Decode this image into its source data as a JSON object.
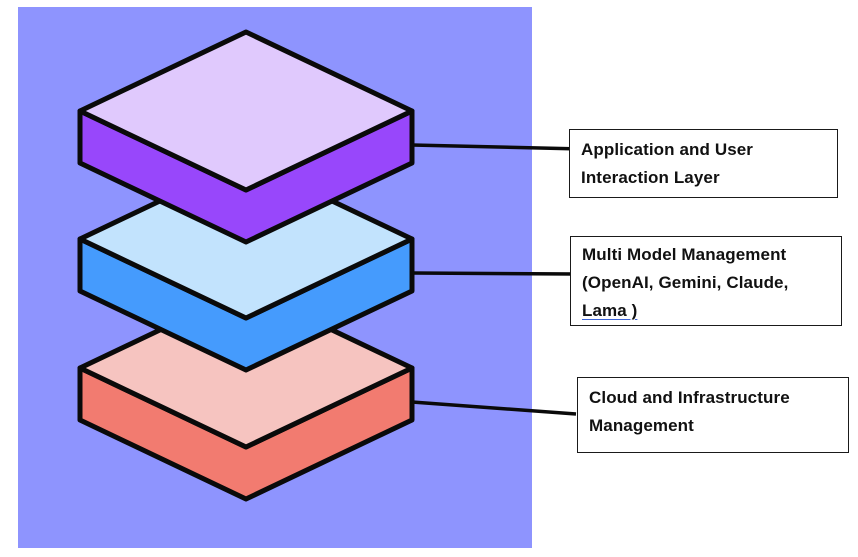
{
  "diagram": {
    "title": "Layered architecture stack",
    "background_color": "#8e94fe",
    "layers": [
      {
        "id": "application",
        "label_lines": [
          "Application and User",
          "Interaction Layer"
        ],
        "top_color": "#e0c9fd",
        "side_color": "#9847fb"
      },
      {
        "id": "multi-model",
        "label_lines": [
          "Multi Model Management",
          "(OpenAI, Gemini, Claude,",
          "Lama )"
        ],
        "top_color": "#c2e3fd",
        "side_color": "#459bfd"
      },
      {
        "id": "cloud",
        "label_lines": [
          "Cloud and Infrastructure",
          "Management"
        ],
        "top_color": "#f6c4c0",
        "side_color": "#f27b70"
      }
    ],
    "outline_color": "#0a0a0a"
  }
}
